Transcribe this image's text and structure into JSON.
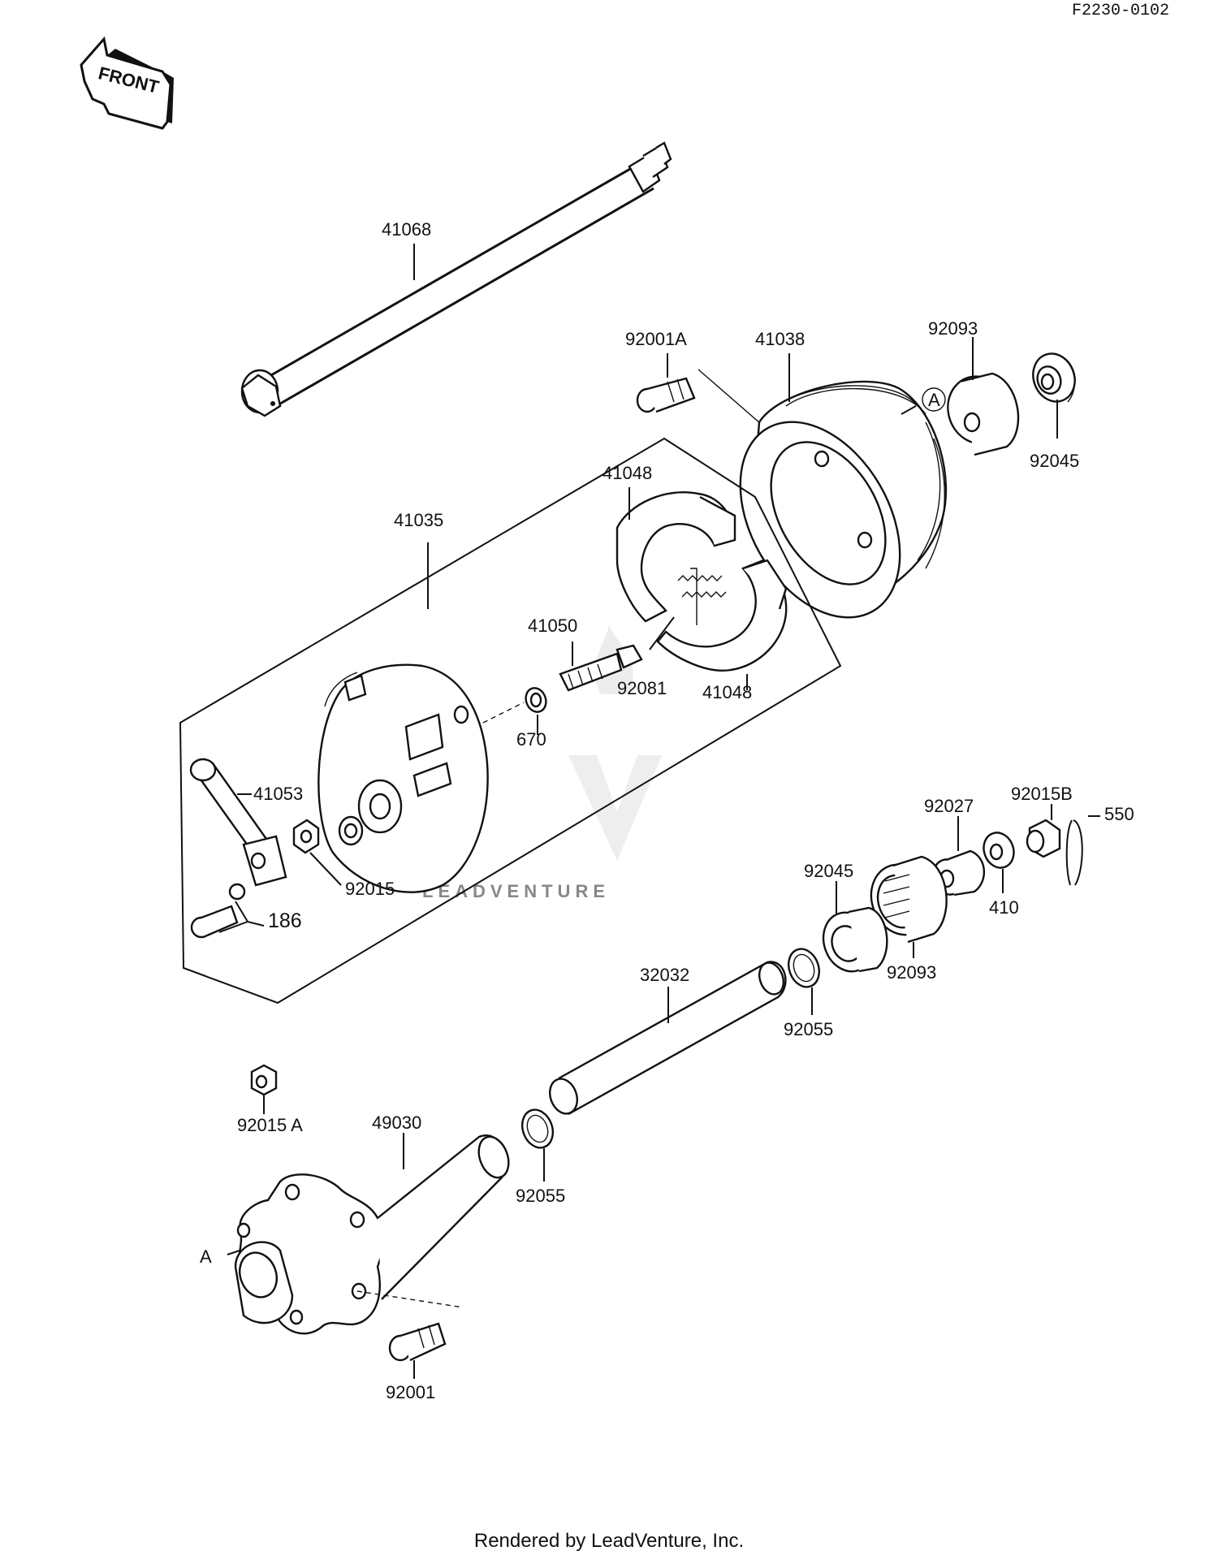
{
  "figure_code": "F2230-0102",
  "front_arrow_text": "FRONT",
  "watermark": "LEADVENTURE",
  "footer": "Rendered by LeadVenture, Inc.",
  "callouts": {
    "c41068": "41068",
    "c92001A": "92001A",
    "c41038": "41038",
    "c92093a": "92093",
    "c92045a": "92045",
    "cA1": "A",
    "c41035": "41035",
    "c41048a": "41048",
    "c41050": "41050",
    "c92081": "92081",
    "c41048b": "41048",
    "c670": "670",
    "c41053": "41053",
    "c92015": "92015",
    "c186": "186",
    "c92015B": "92015B",
    "c550": "550",
    "c92027": "92027",
    "c410": "410",
    "c92045b": "92045",
    "c92093b": "92093",
    "c32032": "32032",
    "c92055a": "92055",
    "c92015A": "92015 A",
    "c49030": "49030",
    "c92055b": "92055",
    "cA2": "A",
    "c92001": "92001"
  }
}
